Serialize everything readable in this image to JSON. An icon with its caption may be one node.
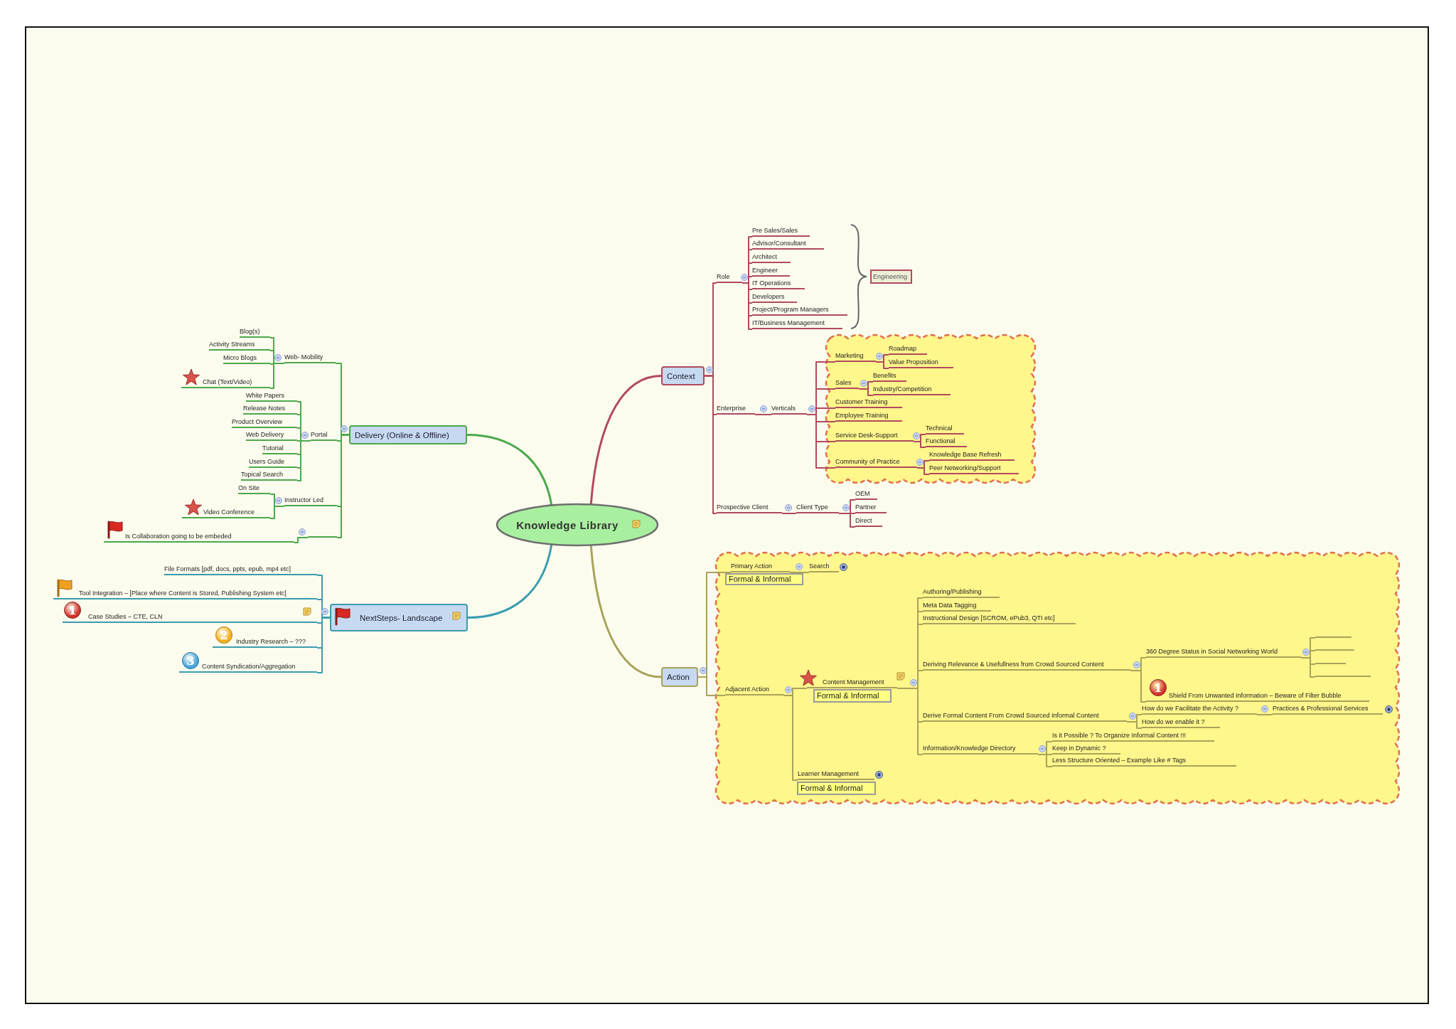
{
  "diagram": {
    "nodes": [
      {
        "text": [
          "Knowledge Library"
        ]
      },
      {
        "text": [
          "Context"
        ]
      },
      {
        "text": [
          "Role"
        ]
      },
      {
        "text": [
          "Pre Sales/Sales"
        ]
      },
      {
        "text": [
          "Advisor/Consultant"
        ]
      },
      {
        "text": [
          "Architect"
        ]
      },
      {
        "text": [
          "Engineer"
        ]
      },
      {
        "text": [
          "IT Operations"
        ]
      },
      {
        "text": [
          "Developers"
        ]
      },
      {
        "text": [
          "Project/Program Managers"
        ]
      },
      {
        "text": [
          "IT/Business Management"
        ]
      },
      {
        "text": [
          "Engineering"
        ]
      },
      {
        "text": [
          "Enterprise"
        ]
      },
      {
        "text": [
          "Verticals"
        ]
      },
      {
        "text": [],
        "shape": "cloud"
      },
      {
        "text": [
          "Marketing"
        ],
        "in": 14
      },
      {
        "text": [
          "Roadmap"
        ],
        "in": 14
      },
      {
        "text": [
          "Value Proposition"
        ],
        "in": 14
      },
      {
        "text": [
          "Sales"
        ],
        "in": 14
      },
      {
        "text": [
          "Benefits"
        ],
        "in": 14
      },
      {
        "text": [
          "Industry/Competition"
        ],
        "in": 14
      },
      {
        "text": [
          "Customer Training"
        ],
        "in": 14
      },
      {
        "text": [
          "Employee Training"
        ],
        "in": 14
      },
      {
        "text": [
          "Service Desk-Support"
        ],
        "in": 14
      },
      {
        "text": [
          "Technical"
        ],
        "in": 14
      },
      {
        "text": [
          "Functional"
        ],
        "in": 14
      },
      {
        "text": [
          "Community of Practice"
        ],
        "in": 14
      },
      {
        "text": [
          "Knowledge Base Refresh"
        ],
        "in": 14
      },
      {
        "text": [
          "Peer Networking/Support"
        ],
        "in": 14
      },
      {
        "text": [
          "Prospective Client"
        ]
      },
      {
        "text": [
          "Client Type"
        ]
      },
      {
        "text": [
          "OEM"
        ]
      },
      {
        "text": [
          "Partner"
        ]
      },
      {
        "text": [
          "Direct"
        ]
      },
      {
        "text": [
          "Delivery (Online & Offline)"
        ]
      },
      {
        "text": [
          "Web- Mobility"
        ]
      },
      {
        "text": [
          "Blog(s)"
        ]
      },
      {
        "text": [
          "Activity Streams"
        ]
      },
      {
        "text": [
          "Micro Blogs"
        ]
      },
      {
        "text": [
          "Chat (Text/Video)"
        ]
      },
      {
        "text": [
          "Portal"
        ]
      },
      {
        "text": [
          "White Papers"
        ]
      },
      {
        "text": [
          "Release Notes"
        ]
      },
      {
        "text": [
          "Product Overview"
        ]
      },
      {
        "text": [
          "Web Delivery"
        ]
      },
      {
        "text": [
          "Tutorial"
        ]
      },
      {
        "text": [
          "Users Guide"
        ]
      },
      {
        "text": [
          "Topical Search"
        ]
      },
      {
        "text": [
          "Instructor Led"
        ]
      },
      {
        "text": [
          "On Site"
        ]
      },
      {
        "text": [
          "Video Conference"
        ]
      },
      {
        "text": [],
        "shape": "line"
      },
      {
        "text": [
          "Is Collaboration going to be embeded"
        ]
      },
      {
        "text": [
          "NextSteps- Landscape"
        ]
      },
      {
        "text": [
          "File Formats [pdf, docs, ppts, epub, mp4 etc]"
        ]
      },
      {
        "text": [
          "Tool Integration – [Place where Content is Stored, Publishing System etc]"
        ]
      },
      {
        "text": [
          "Case Studies – CTE, CLN"
        ]
      },
      {
        "text": [
          "Industry Research – ???"
        ]
      },
      {
        "text": [
          "Content Syndication/Aggregation"
        ]
      },
      {
        "text": [
          "Action"
        ]
      },
      {
        "text": [],
        "shape": "cloud"
      },
      {
        "text": [
          "Primary Action"
        ],
        "beside": [
          "Formal & Informal"
        ],
        "in": 60
      },
      {
        "text": [
          "Search"
        ],
        "in": 60
      },
      {
        "text": [
          "Adjacent Action"
        ],
        "in": 60
      },
      {
        "text": [
          "Content Management"
        ],
        "beside": [
          "Formal & Informal"
        ],
        "in": 60
      },
      {
        "text": [
          "Authoring/Publishing"
        ],
        "in": 60
      },
      {
        "text": [
          "Meta Data Tagging"
        ],
        "in": 60
      },
      {
        "text": [
          "Instructional Design [SCROM, ePub3, QTI etc]"
        ],
        "in": 60
      },
      {
        "text": [
          "Deriving Relevance & Usefullness from Crowd Sourced Content"
        ],
        "in": 60
      },
      {
        "text": [
          "360 Degree Status in Social Networking World"
        ],
        "in": 60
      },
      {
        "text": [],
        "shape": "line",
        "in": 60
      },
      {
        "text": [],
        "shape": "line",
        "in": 60
      },
      {
        "text": [],
        "shape": "line",
        "in": 60
      },
      {
        "text": [],
        "shape": "line",
        "in": 60
      },
      {
        "text": [
          "Shield From Unwanted Information – Beware of Filter Bubble"
        ],
        "in": 60
      },
      {
        "text": [
          "Derive Formal Content From Crowd Sourced Informal Content"
        ],
        "in": 60
      },
      {
        "text": [
          "How do we Facilitate the Activity ?"
        ],
        "in": 60
      },
      {
        "text": [
          "Practices & Professional Services"
        ],
        "in": 60
      },
      {
        "text": [
          "How do we enable it ?"
        ],
        "in": 60
      },
      {
        "text": [
          "Information/Knowledge Directory"
        ],
        "in": 60
      },
      {
        "text": [
          "Is it Possible ? To Organize Informal Content !!!"
        ],
        "in": 60
      },
      {
        "text": [
          "Keep in Dynamic ?"
        ],
        "in": 60
      },
      {
        "text": [
          "Less Structure Oriented – Example Like # Tags"
        ],
        "in": 60
      },
      {
        "text": [
          "Learner Management"
        ],
        "beside": [
          "Formal & Informal"
        ],
        "in": 60
      }
    ],
    "edges": [
      {
        "from": 0,
        "to": 1,
        "arrow": "none"
      },
      {
        "from": 1,
        "to": 2,
        "arrow": "none"
      },
      {
        "from": 1,
        "to": 12,
        "arrow": "none"
      },
      {
        "from": 1,
        "to": 29,
        "arrow": "none"
      },
      {
        "from": 2,
        "to": 3,
        "arrow": "none"
      },
      {
        "from": 2,
        "to": 4,
        "arrow": "none"
      },
      {
        "from": 2,
        "to": 5,
        "arrow": "none"
      },
      {
        "from": 2,
        "to": 6,
        "arrow": "none"
      },
      {
        "from": 2,
        "to": 7,
        "arrow": "none"
      },
      {
        "from": 2,
        "to": 8,
        "arrow": "none"
      },
      {
        "from": 2,
        "to": 9,
        "arrow": "none"
      },
      {
        "from": 2,
        "to": 10,
        "arrow": "none"
      },
      {
        "from": 12,
        "to": 13,
        "arrow": "none"
      },
      {
        "from": 13,
        "to": 15,
        "arrow": "none"
      },
      {
        "from": 13,
        "to": 18,
        "arrow": "none"
      },
      {
        "from": 13,
        "to": 21,
        "arrow": "none"
      },
      {
        "from": 13,
        "to": 22,
        "arrow": "none"
      },
      {
        "from": 13,
        "to": 23,
        "arrow": "none"
      },
      {
        "from": 13,
        "to": 26,
        "arrow": "none"
      },
      {
        "from": 15,
        "to": 16,
        "arrow": "none"
      },
      {
        "from": 15,
        "to": 17,
        "arrow": "none"
      },
      {
        "from": 18,
        "to": 19,
        "arrow": "none"
      },
      {
        "from": 18,
        "to": 20,
        "arrow": "none"
      },
      {
        "from": 23,
        "to": 24,
        "arrow": "none"
      },
      {
        "from": 23,
        "to": 25,
        "arrow": "none"
      },
      {
        "from": 26,
        "to": 27,
        "arrow": "none"
      },
      {
        "from": 26,
        "to": 28,
        "arrow": "none"
      },
      {
        "from": 29,
        "to": 30,
        "arrow": "none"
      },
      {
        "from": 30,
        "to": 31,
        "arrow": "none"
      },
      {
        "from": 30,
        "to": 32,
        "arrow": "none"
      },
      {
        "from": 30,
        "to": 33,
        "arrow": "none"
      },
      {
        "from": 0,
        "to": 34,
        "arrow": "none",
        "color": "#4ca84c"
      },
      {
        "from": 34,
        "to": 35,
        "arrow": "none",
        "color": "#4ca84c"
      },
      {
        "from": 34,
        "to": 40,
        "arrow": "none",
        "color": "#4ca84c"
      },
      {
        "from": 34,
        "to": 48,
        "arrow": "none",
        "color": "#4ca84c"
      },
      {
        "from": 34,
        "to": 51,
        "arrow": "none",
        "color": "#4ca84c"
      },
      {
        "from": 35,
        "to": 36,
        "arrow": "none",
        "color": "#4ca84c"
      },
      {
        "from": 35,
        "to": 37,
        "arrow": "none",
        "color": "#4ca84c"
      },
      {
        "from": 35,
        "to": 38,
        "arrow": "none",
        "color": "#4ca84c"
      },
      {
        "from": 35,
        "to": 39,
        "arrow": "none",
        "color": "#4ca84c"
      },
      {
        "from": 40,
        "to": 41,
        "arrow": "none",
        "color": "#4ca84c"
      },
      {
        "from": 40,
        "to": 42,
        "arrow": "none",
        "color": "#4ca84c"
      },
      {
        "from": 40,
        "to": 43,
        "arrow": "none",
        "color": "#4ca84c"
      },
      {
        "from": 40,
        "to": 44,
        "arrow": "none",
        "color": "#4ca84c"
      },
      {
        "from": 40,
        "to": 45,
        "arrow": "none",
        "color": "#4ca84c"
      },
      {
        "from": 40,
        "to": 46,
        "arrow": "none",
        "color": "#4ca84c"
      },
      {
        "from": 40,
        "to": 47,
        "arrow": "none",
        "color": "#4ca84c"
      },
      {
        "from": 48,
        "to": 49,
        "arrow": "none",
        "color": "#4ca84c"
      },
      {
        "from": 48,
        "to": 50,
        "arrow": "none",
        "color": "#4ca84c"
      },
      {
        "from": 51,
        "to": 52,
        "arrow": "none",
        "color": "#4ca84c"
      },
      {
        "from": 0,
        "to": 53,
        "arrow": "none",
        "color": "#3a9cae"
      },
      {
        "from": 53,
        "to": 54,
        "arrow": "none",
        "color": "#3a9cae"
      },
      {
        "from": 53,
        "to": 55,
        "arrow": "none",
        "color": "#3a9cae"
      },
      {
        "from": 53,
        "to": 56,
        "arrow": "none",
        "color": "#3a9cae"
      },
      {
        "from": 53,
        "to": 57,
        "arrow": "none",
        "color": "#3a9cae"
      },
      {
        "from": 53,
        "to": 58,
        "arrow": "none",
        "color": "#3a9cae"
      },
      {
        "from": 0,
        "to": 59,
        "arrow": "none",
        "color": "#a9a35a"
      },
      {
        "from": 59,
        "to": 61,
        "arrow": "none",
        "color": "#a9a35a"
      },
      {
        "from": 59,
        "to": 63,
        "arrow": "none",
        "color": "#a9a35a"
      },
      {
        "from": 61,
        "to": 62,
        "arrow": "none",
        "color": "#a9a35a"
      },
      {
        "from": 63,
        "to": 64,
        "arrow": "none",
        "color": "#a9a35a"
      },
      {
        "from": 63,
        "to": 83,
        "arrow": "none",
        "color": "#a9a35a"
      },
      {
        "from": 64,
        "to": 65,
        "arrow": "none",
        "color": "#a9a35a"
      },
      {
        "from": 64,
        "to": 66,
        "arrow": "none",
        "color": "#a9a35a"
      },
      {
        "from": 64,
        "to": 67,
        "arrow": "none",
        "color": "#a9a35a"
      },
      {
        "from": 64,
        "to": 68,
        "arrow": "none",
        "color": "#a9a35a"
      },
      {
        "from": 64,
        "to": 75,
        "arrow": "none",
        "color": "#a9a35a"
      },
      {
        "from": 64,
        "to": 79,
        "arrow": "none",
        "color": "#a9a35a"
      },
      {
        "from": 68,
        "to": 69,
        "arrow": "none",
        "color": "#a9a35a"
      },
      {
        "from": 68,
        "to": 74,
        "arrow": "none",
        "color": "#a9a35a"
      },
      {
        "from": 69,
        "to": 70,
        "arrow": "none",
        "color": "#a9a35a"
      },
      {
        "from": 69,
        "to": 71,
        "arrow": "none",
        "color": "#a9a35a"
      },
      {
        "from": 69,
        "to": 72,
        "arrow": "none",
        "color": "#a9a35a"
      },
      {
        "from": 69,
        "to": 73,
        "arrow": "none",
        "color": "#a9a35a"
      },
      {
        "from": 75,
        "to": 76,
        "arrow": "none",
        "color": "#a9a35a"
      },
      {
        "from": 75,
        "to": 78,
        "arrow": "none",
        "color": "#a9a35a"
      },
      {
        "from": 76,
        "to": 77,
        "arrow": "none",
        "color": "#a9a35a"
      },
      {
        "from": 79,
        "to": 80,
        "arrow": "none",
        "color": "#a9a35a"
      },
      {
        "from": 79,
        "to": 81,
        "arrow": "none",
        "color": "#a9a35a"
      },
      {
        "from": 79,
        "to": 82,
        "arrow": "none",
        "color": "#a9a35a"
      }
    ],
    "labels": [
      "1",
      "2",
      "3",
      "1"
    ]
  }
}
